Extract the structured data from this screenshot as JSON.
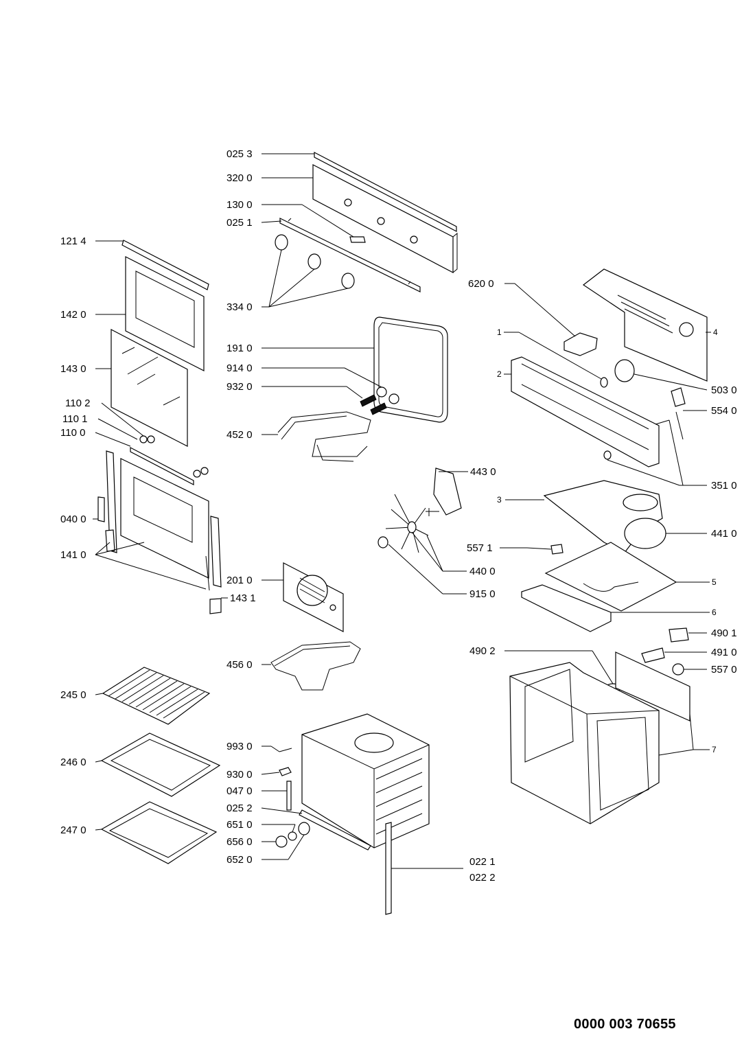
{
  "callouts": {
    "c0253": "025 3",
    "c3200": "320 0",
    "c1300": "130 0",
    "c0251": "025 1",
    "c1214": "121 4",
    "c3340": "334 0",
    "c1420": "142 0",
    "c6200": "620 0",
    "c1910": "191 0",
    "c1430": "143 0",
    "c9140": "914 0",
    "c9320": "932 0",
    "c1102": "110 2",
    "c1101": "110 1",
    "c1100": "110 0",
    "c4520": "452 0",
    "c0400": "040 0",
    "c1410": "141 0",
    "c2010": "201 0",
    "c1431": "143 1",
    "c4430": "443 0",
    "c5571": "557 1",
    "c4400": "440 0",
    "c9150": "915 0",
    "c4560": "456 0",
    "c2450": "245 0",
    "c2460": "246 0",
    "c2470": "247 0",
    "c9930": "993 0",
    "c9300": "930 0",
    "c0470": "047 0",
    "c0252": "025 2",
    "c6510": "651 0",
    "c6560": "656 0",
    "c6520": "652 0",
    "c0221": "022 1",
    "c0222": "022 2",
    "n1": "1",
    "n2": "2",
    "n3": "3",
    "n4": "4",
    "n5": "5",
    "n6": "6",
    "n7": "7",
    "c5030": "503 0",
    "c5540": "554 0",
    "c3510": "351 0",
    "c4410": "441 0",
    "c4901": "490 1",
    "c4910": "491 0",
    "c4902": "490 2",
    "c5570": "557 0"
  },
  "document_number": "0000 003 70655"
}
